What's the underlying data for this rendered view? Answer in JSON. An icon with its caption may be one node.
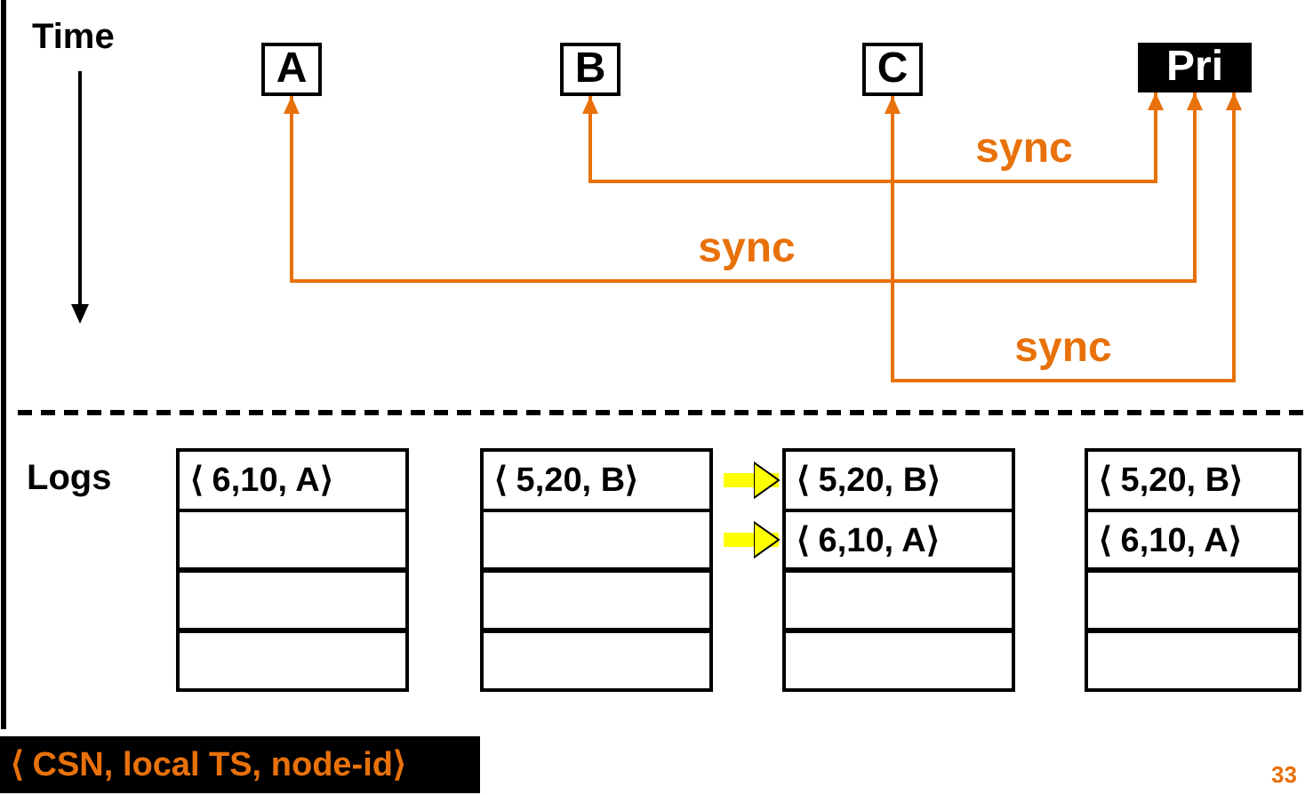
{
  "diagram": {
    "nodes": [
      {
        "text": [
          "A"
        ]
      },
      {
        "text": [
          "B"
        ]
      },
      {
        "text": [
          "C"
        ]
      },
      {
        "text": [
          "Pri"
        ]
      },
      {
        "text": [
          "⟨ 6,10, A⟩"
        ]
      },
      {
        "text": [],
        "shape": "box"
      },
      {
        "text": [],
        "shape": "box"
      },
      {
        "text": [],
        "shape": "box"
      },
      {
        "text": [
          "⟨ 5,20, B⟩"
        ]
      },
      {
        "text": [],
        "shape": "box"
      },
      {
        "text": [],
        "shape": "box"
      },
      {
        "text": [],
        "shape": "box"
      },
      {
        "text": [
          "⟨ 5,20, B⟩"
        ]
      },
      {
        "text": [
          "⟨ 6,10, A⟩"
        ]
      },
      {
        "text": [],
        "shape": "box"
      },
      {
        "text": [],
        "shape": "box"
      },
      {
        "text": [
          "⟨ 5,20, B⟩"
        ]
      },
      {
        "text": [
          "⟨ 6,10, A⟩"
        ]
      },
      {
        "text": [],
        "shape": "box"
      },
      {
        "text": [],
        "shape": "box"
      }
    ],
    "edges": [
      {
        "from": 1,
        "to": 3,
        "arrow": "both",
        "label": "sync",
        "color": "#e8710a"
      },
      {
        "from": 0,
        "to": 3,
        "arrow": "both",
        "label": "sync",
        "color": "#e8710a"
      },
      {
        "from": 2,
        "to": 3,
        "arrow": "both",
        "label": "sync",
        "color": "#e8710a"
      },
      {
        "from": 8,
        "to": 12,
        "arrow": "to",
        "style": "thick",
        "color": "#ffff00"
      },
      {
        "from": 9,
        "to": 13,
        "arrow": "to",
        "style": "thick",
        "color": "#ffff00"
      }
    ],
    "labels": [
      "Time",
      "Logs",
      "⟨ CSN, local TS, node-id⟩",
      "33"
    ]
  }
}
